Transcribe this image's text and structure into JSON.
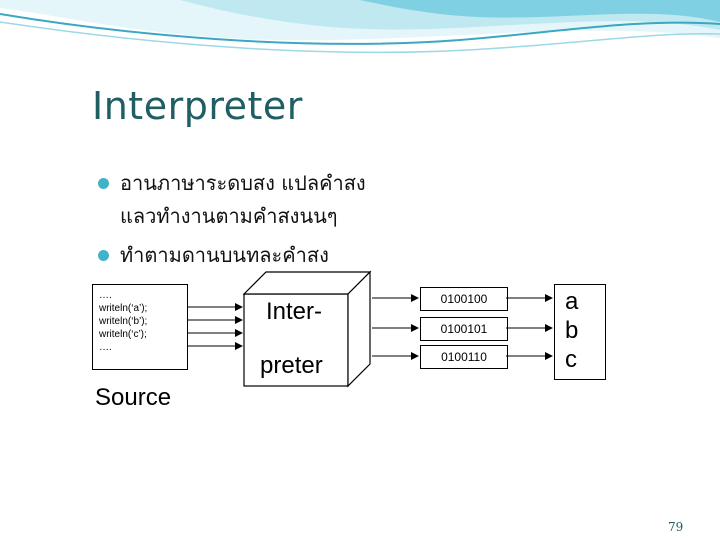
{
  "slide": {
    "title": "Interpreter",
    "bullets": [
      {
        "line1": "อานภาษาระดบสง     แปลคำสง",
        "line2": "แลวทำงานตามคำสงนนๆ"
      },
      {
        "line1": "ทำตามดานบนทละคำสง"
      }
    ],
    "page_number": "79"
  },
  "diagram": {
    "source_lines": [
      "….",
      "writeln(‘a’);",
      "writeln(‘b’);",
      "writeln(‘c’);",
      "…."
    ],
    "source_label": "Source",
    "interpreter_top": "Inter-",
    "interpreter_bottom": "preter",
    "codes": [
      "0100100",
      "0100101",
      "0100110"
    ],
    "outputs": [
      "a",
      "b",
      "c"
    ]
  },
  "colors": {
    "title": "#1f5e63",
    "bullet": "#3fb3c8",
    "wave_light": "#cfeef5",
    "wave_mid": "#7fd0e2",
    "wave_dark": "#3ba7c2"
  }
}
